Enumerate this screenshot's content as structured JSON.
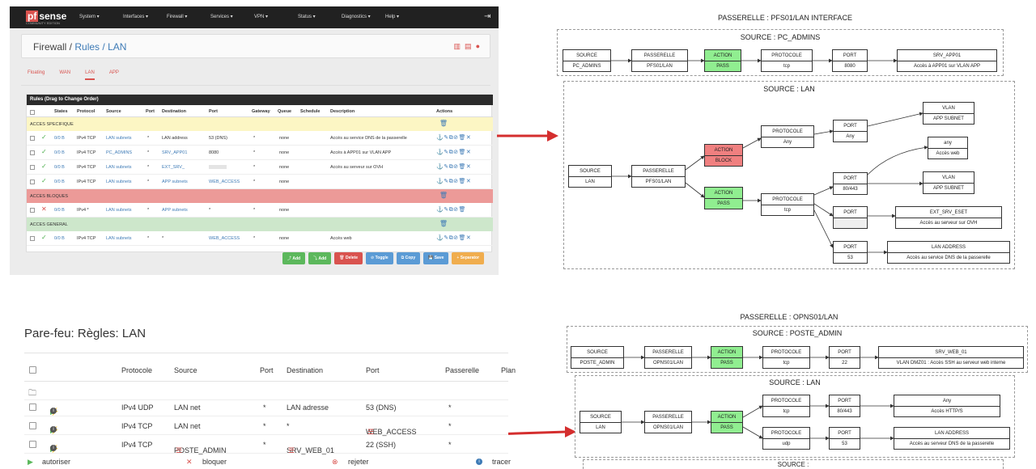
{
  "pfsense": {
    "logo": "sense",
    "logo_prefix": "pf",
    "logo_sub": "COMMUNITY EDITION",
    "menu": [
      "System ▾",
      "Interfaces ▾",
      "Firewall ▾",
      "Services ▾",
      "VPN ▾",
      "Status ▾",
      "Diagnostics ▾",
      "Help ▾"
    ],
    "breadcrumb": {
      "first": "Firewall /",
      "second": "Rules /",
      "third": "LAN"
    },
    "tabs": [
      "Floating",
      "WAN",
      "LAN",
      "APP"
    ],
    "active_tab": "LAN",
    "table_title": "Rules (Drag to Change Order)",
    "headers": {
      "states": "States",
      "protocol": "Protocol",
      "source": "Source",
      "port": "Port",
      "destination": "Destination",
      "port2": "Port",
      "gateway": "Gateway",
      "queue": "Queue",
      "schedule": "Schedule",
      "description": "Description",
      "actions": "Actions"
    },
    "separators": [
      "ACCES SPECIFIQUE",
      "ACCES BLOQUES",
      "ACCES GENERAL"
    ],
    "rows": [
      {
        "states": "0/0 B",
        "protocol": "IPv4 TCP",
        "source": "LAN subnets",
        "sport": "*",
        "destination": "LAN address",
        "dport": "53 (DNS)",
        "gateway": "*",
        "queue": "none",
        "description": "Accès au service DNS de la passerelle"
      },
      {
        "states": "0/0 B",
        "protocol": "IPv4 TCP",
        "source": "PC_ADMINS",
        "sport": "*",
        "destination": "SRV_APP01",
        "dport": "8080",
        "gateway": "*",
        "queue": "none",
        "description": "Accès à APP01 sur VLAN APP"
      },
      {
        "states": "0/0 B",
        "protocol": "IPv4 TCP",
        "source": "LAN subnets",
        "sport": "*",
        "destination": "EXT_SRV_",
        "dport": "",
        "gateway": "*",
        "queue": "none",
        "description": "Accès au serveur       sur OVH"
      },
      {
        "states": "0/0 B",
        "protocol": "IPv4 TCP",
        "source": "LAN subnets",
        "sport": "*",
        "destination": "APP subnets",
        "dport": "WEB_ACCESS",
        "gateway": "*",
        "queue": "none",
        "description": ""
      },
      {
        "states": "0/0 B",
        "protocol": "IPv4 *",
        "source": "LAN subnets",
        "sport": "*",
        "destination": "APP subnets",
        "dport": "*",
        "gateway": "*",
        "queue": "none",
        "description": ""
      },
      {
        "states": "0/0 B",
        "protocol": "IPv4 TCP",
        "source": "LAN subnets",
        "sport": "*",
        "destination": "*",
        "dport": "WEB_ACCESS",
        "gateway": "*",
        "queue": "none",
        "description": "Accès web"
      }
    ],
    "buttons": [
      "Add",
      "Add",
      "Delete",
      "Toggle",
      "Copy",
      "Save",
      "Separator"
    ]
  },
  "diagram1": {
    "title": "PASSERELLE : PFS01/LAN INTERFACE",
    "c1_title": "SOURCE : PC_ADMINS",
    "c2_title": "SOURCE : LAN",
    "nodes": {
      "a_src": [
        "SOURCE",
        "PC_ADMINS"
      ],
      "a_gw": [
        "PASSERELLE",
        "PFS01/LAN"
      ],
      "a_act": [
        "ACTION",
        "PASS"
      ],
      "a_proto": [
        "PROTOCOLE",
        "tcp"
      ],
      "a_port": [
        "PORT",
        "8080"
      ],
      "a_dst": [
        "SRV_APP01",
        "Accès à APP01 sur VLAN APP"
      ],
      "b_src": [
        "SOURCE",
        "LAN"
      ],
      "b_gw": [
        "PASSERELLE",
        "PFS01/LAN"
      ],
      "b_block": [
        "ACTION",
        "BLOCK"
      ],
      "b_pass": [
        "ACTION",
        "PASS"
      ],
      "b_proto_any": [
        "PROTOCOLE",
        "Any"
      ],
      "b_proto_tcp": [
        "PROTOCOLE",
        "tcp"
      ],
      "b_port_any": [
        "PORT",
        "Any"
      ],
      "b_port_web": [
        "PORT",
        "80/443"
      ],
      "b_port_ext": [
        "PORT",
        ""
      ],
      "b_port_53": [
        "PORT",
        "53"
      ],
      "b_vlan1": [
        "VLAN",
        "APP SUBNET"
      ],
      "b_any": [
        "any",
        "Accès web"
      ],
      "b_vlan2": [
        "VLAN",
        "APP SUBNET"
      ],
      "b_ext": [
        "EXT_SRV_ESET",
        "Accès au serveur       sur OVH"
      ],
      "b_lan": [
        "LAN ADDRESS",
        "Accès au service DNS de la passerelle"
      ]
    }
  },
  "opnsense": {
    "title": "Pare-feu: Règles: LAN",
    "headers": {
      "protocol": "Protocole",
      "source": "Source",
      "port": "Port",
      "destination": "Destination",
      "port2": "Port",
      "gateway": "Passerelle",
      "schedule": "Plan"
    },
    "rows": [
      {
        "protocol": "IPv4 UDP",
        "source": "LAN net",
        "sport": "*",
        "destination": "LAN adresse",
        "dport": "53 (DNS)",
        "gateway": "*"
      },
      {
        "protocol": "IPv4 TCP",
        "source": "LAN net",
        "sport": "*",
        "destination": "*",
        "dport": "WEB_ACCESS",
        "gateway": "*"
      },
      {
        "protocol": "IPv4 TCP",
        "source": "POSTE_ADMIN",
        "sport": "*",
        "destination": "SRV_WEB_01",
        "dport": "22 (SSH)",
        "gateway": "*"
      }
    ],
    "legend": {
      "allow": "autoriser",
      "block": "bloquer",
      "reject": "rejeter",
      "log": "tracer"
    }
  },
  "diagram2": {
    "title": "PASSERELLE : OPNS01/LAN",
    "c1_title": "SOURCE : POSTE_ADMIN",
    "c2_title": "SOURCE : LAN",
    "c3_title": "SOURCE :",
    "nodes": {
      "a_src": [
        "SOURCE",
        "POSTE_ADMIN"
      ],
      "a_gw": [
        "PASSERELLE",
        "OPNS01/LAN"
      ],
      "a_act": [
        "ACTION",
        "PASS"
      ],
      "a_proto": [
        "PROTOCOLE",
        "tcp"
      ],
      "a_port": [
        "PORT",
        "22"
      ],
      "a_dst": [
        "SRV_WEB_01",
        "VLAN DMZ01 : Accès SSH au serveur web interne"
      ],
      "b_src": [
        "SOURCE",
        "LAN"
      ],
      "b_gw": [
        "PASSERELLE",
        "OPNS01/LAN"
      ],
      "b_act": [
        "ACTION",
        "PASS"
      ],
      "b_proto_tcp": [
        "PROTOCOLE",
        "tcp"
      ],
      "b_proto_udp": [
        "PROTOCOLE",
        "udp"
      ],
      "b_port_web": [
        "PORT",
        "80/443"
      ],
      "b_port_53": [
        "PORT",
        "53"
      ],
      "b_any": [
        "Any",
        "Accès HTTP/S"
      ],
      "b_lan": [
        "LAN ADDRESS",
        "Accès au serveur DNS de la passerelle"
      ]
    }
  },
  "colors": {
    "pass": "#90ee90",
    "block": "#f08080",
    "arrow": "#d42e2e",
    "pf_red": "#d9534f"
  }
}
